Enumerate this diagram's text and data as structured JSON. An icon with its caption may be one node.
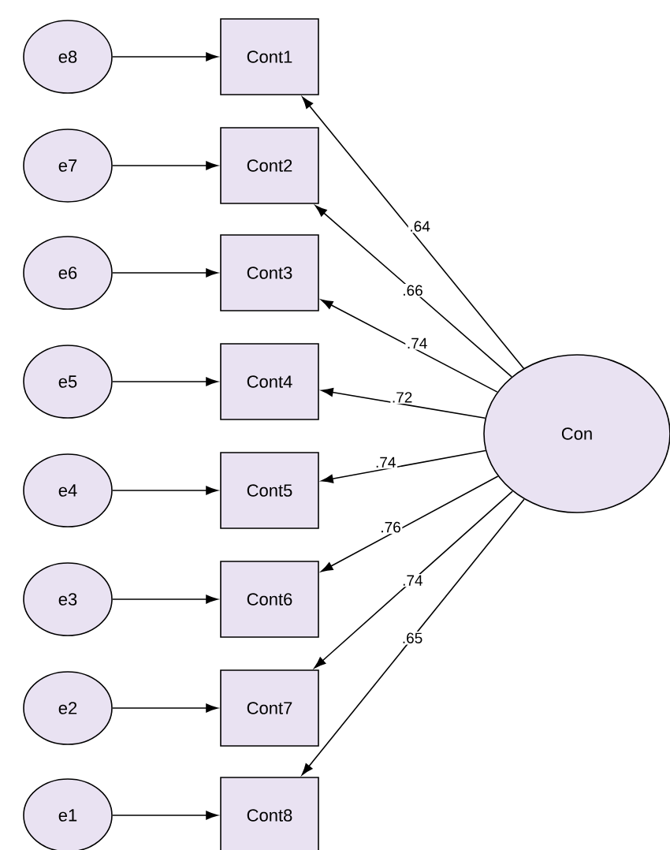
{
  "diagram": {
    "nodes": [
      {
        "text": [
          "e8"
        ]
      },
      {
        "text": [
          "e7"
        ]
      },
      {
        "text": [
          "e6"
        ]
      },
      {
        "text": [
          "e5"
        ]
      },
      {
        "text": [
          "e4"
        ]
      },
      {
        "text": [
          "e3"
        ]
      },
      {
        "text": [
          "e2"
        ]
      },
      {
        "text": [
          "e1"
        ]
      },
      {
        "text": [
          "Cont1"
        ]
      },
      {
        "text": [
          "Cont2"
        ]
      },
      {
        "text": [
          "Cont3"
        ]
      },
      {
        "text": [
          "Cont4"
        ]
      },
      {
        "text": [
          "Cont5"
        ]
      },
      {
        "text": [
          "Cont6"
        ]
      },
      {
        "text": [
          "Cont7"
        ]
      },
      {
        "text": [
          "Cont8"
        ]
      },
      {
        "text": [
          "Con"
        ]
      }
    ],
    "edges": [
      {
        "from": 0,
        "to": 8,
        "arrow": "to"
      },
      {
        "from": 1,
        "to": 9,
        "arrow": "to"
      },
      {
        "from": 2,
        "to": 10,
        "arrow": "to"
      },
      {
        "from": 3,
        "to": 11,
        "arrow": "to"
      },
      {
        "from": 4,
        "to": 12,
        "arrow": "to"
      },
      {
        "from": 5,
        "to": 13,
        "arrow": "to"
      },
      {
        "from": 6,
        "to": 14,
        "arrow": "to"
      },
      {
        "from": 7,
        "to": 15,
        "arrow": "to"
      },
      {
        "from": 16,
        "to": 8,
        "arrow": "to",
        "label": ".64"
      },
      {
        "from": 16,
        "to": 9,
        "arrow": "to",
        "label": ".66"
      },
      {
        "from": 16,
        "to": 10,
        "arrow": "to",
        "label": ".74"
      },
      {
        "from": 16,
        "to": 11,
        "arrow": "to",
        "label": ".72"
      },
      {
        "from": 16,
        "to": 12,
        "arrow": "to",
        "label": ".74"
      },
      {
        "from": 16,
        "to": 13,
        "arrow": "to",
        "label": ".76"
      },
      {
        "from": 16,
        "to": 14,
        "arrow": "to",
        "label": ".74"
      },
      {
        "from": 16,
        "to": 15,
        "arrow": "to",
        "label": ".65"
      }
    ]
  }
}
